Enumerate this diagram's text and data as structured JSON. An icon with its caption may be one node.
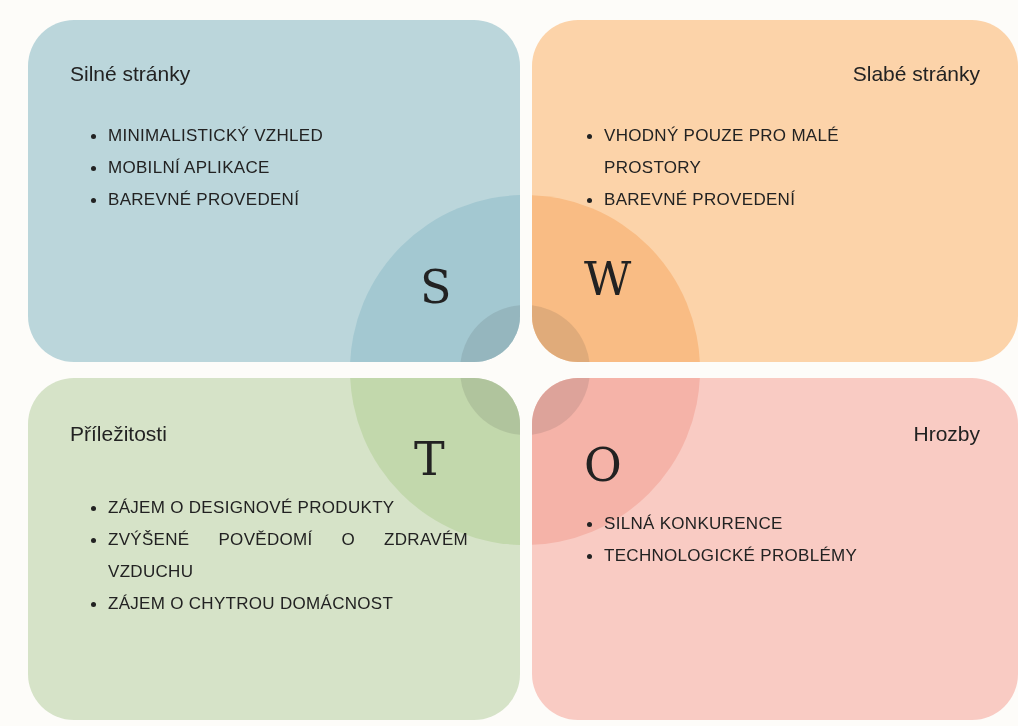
{
  "diagram": {
    "nodes": [
      {
        "text": [
          "Silné stránky",
          "MINIMALISTICKÝ VZHLED",
          "MOBILNÍ APLIKACE",
          "BAREVNÉ PROVEDENÍ"
        ]
      },
      {
        "text": [
          "Slabé stránky",
          "VHODNÝ POUZE PRO MALÉ PROSTORY",
          "BAREVNÉ PROVEDENÍ"
        ]
      },
      {
        "text": [
          "Příležitosti",
          "ZÁJEM O DESIGNOVÉ PRODUKTY",
          "ZVÝŠENÉ POVĚDOMÍ O ZDRAVÉM VZDUCHU",
          "ZÁJEM O CHYTROU DOMÁCNOST"
        ]
      },
      {
        "text": [
          "Hrozby",
          "SILNÁ KONKURENCE",
          "TECHNOLOGICKÉ PROBLÉMY"
        ]
      }
    ],
    "labels": [
      "S",
      "W",
      "T",
      "O"
    ]
  }
}
